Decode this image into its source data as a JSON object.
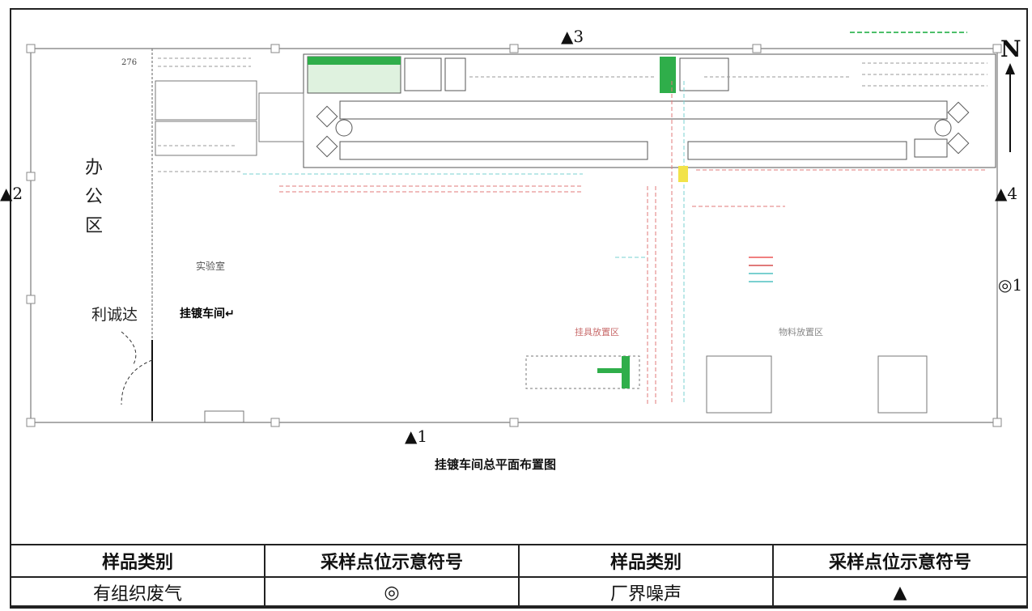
{
  "plan": {
    "office_area": [
      "办",
      "公",
      "区"
    ],
    "neighbor_label": "利诚达",
    "workshop_label": "挂镀车间↵",
    "lab_label": "实验室",
    "right_zone_label": "物料放置区",
    "center_zone_label": "挂具放置区",
    "upper_number": "276",
    "north_label": "N",
    "symbols": {
      "noise": "▲",
      "exhaust": "◎"
    },
    "accent_green": "#2fae4a",
    "line_color": "#6b6b6b"
  },
  "markers": [
    {
      "symbol": "▲",
      "number": "1"
    },
    {
      "symbol": "▲",
      "number": "2"
    },
    {
      "symbol": "▲",
      "number": "3"
    },
    {
      "symbol": "▲",
      "number": "4"
    },
    {
      "symbol": "◎",
      "number": "1"
    }
  ],
  "figure_title": "挂镀车间总平面布置图",
  "legend": {
    "headers": [
      "样品类别",
      "采样点位示意符号",
      "样品类别",
      "采样点位示意符号"
    ],
    "row": [
      "有组织废气",
      "◎",
      "厂界噪声",
      "▲"
    ]
  }
}
